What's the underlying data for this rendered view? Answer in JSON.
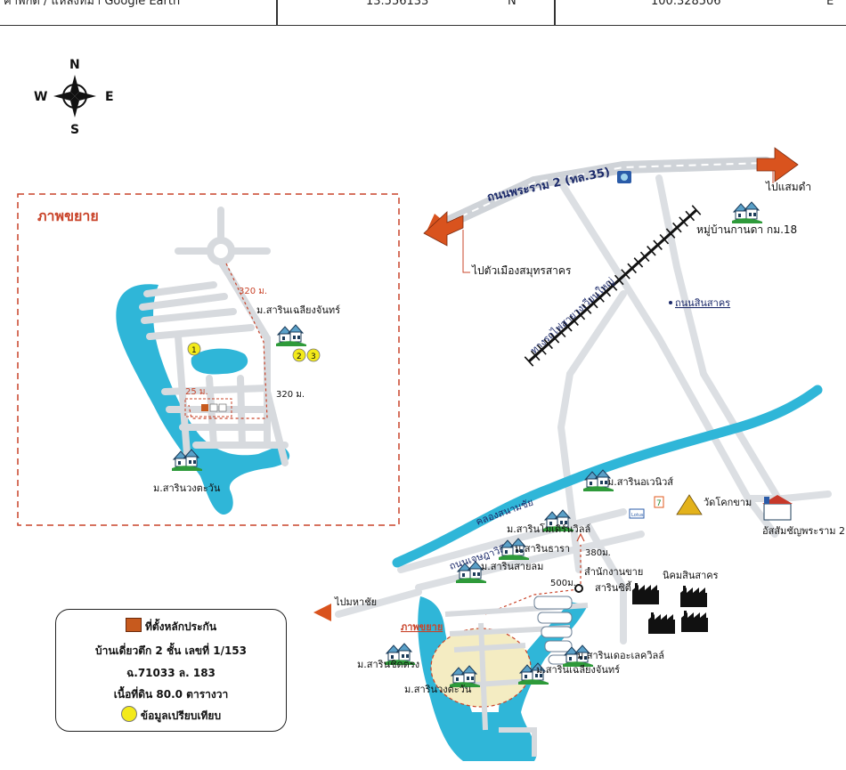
{
  "header": {
    "label": "ค่าพิกัด / แหล่งที่มา Google Earth",
    "lat_value": "13.556133",
    "lat_dir": "N",
    "lon_value": "100.328506",
    "lon_dir": "E"
  },
  "compass": {
    "n": "N",
    "s": "S",
    "e": "E",
    "w": "W"
  },
  "inset": {
    "title": "ภาพขยาย",
    "dist_top": "320 ม.",
    "dist_right": "320 ม.",
    "dist_small": "25 ม.",
    "village_label": "ม.สารินเฉลียงจันทร์",
    "bottom_village": "ม.สารินวงตะวัน",
    "markers": [
      "1",
      "2",
      "3"
    ]
  },
  "map": {
    "road_rama2": "ถนนพระราม 2 (ทล.35)",
    "to_samut_sakhon": "ไปตัวเมืองสมุทรสาคร",
    "to_samae_dam": "ไปแสมดำ",
    "village_km18": "หมู่บ้านกานดา กม.18",
    "railway": "ทางรถไฟสายวงเวียนใหญ่",
    "sin_sakhon_road": "ถนนสินสาคร",
    "canal": "คลองสนามชัย",
    "road_chetta": "ถนนเจษฎาวิถี",
    "sarin_avenue": "ม.สารินอเวนิวส์",
    "sarin_modern": "ม.สารินโมเดิร์นวิลล์",
    "sarin_thara": "ม.สารินธารา",
    "sarin_sailom": "ม.สารินสายลม",
    "wat_khok_kham": "วัดโคกขาม",
    "assumption": "อัสสัมชัญพระราม 2",
    "dist_380": "380ม.",
    "dist_500": "500ม.",
    "sales_office": "สำนักงานขาย",
    "sarin_city": "สารินซิตี้",
    "industrial": "นิคมสินสาคร",
    "to_mahachai": "ไปมหาชัย",
    "inset_ref": "ภาพขยาย",
    "sarin_chidtrong": "ม.สารินชิดตรง",
    "sarin_lake": "ม.สารินเดอะเลควิลล์",
    "sarin_chaliang": "ม.สารินเฉลียงจันทร์",
    "sarin_wongtawan": "ม.สารินวงตะวัน",
    "lotus": "Lotus",
    "seven": "7"
  },
  "legend": {
    "collateral": "ที่ตั้งหลักประกัน",
    "house": "บ้านเดี่ยวตึก 2 ชั้น เลขที่ 1/153",
    "deed": "ฉ.71033 ล. 183",
    "area": "เนื้อที่ดิน 80.0 ตารางวา",
    "compare": "ข้อมูลเปรียบเทียบ"
  },
  "colors": {
    "water": "#2fb6d8",
    "road": "#d7dade",
    "dashed": "#c9442a",
    "arrow": "#d9531e",
    "collateral": "#c75a1e",
    "marker": "#f3ea1a"
  }
}
